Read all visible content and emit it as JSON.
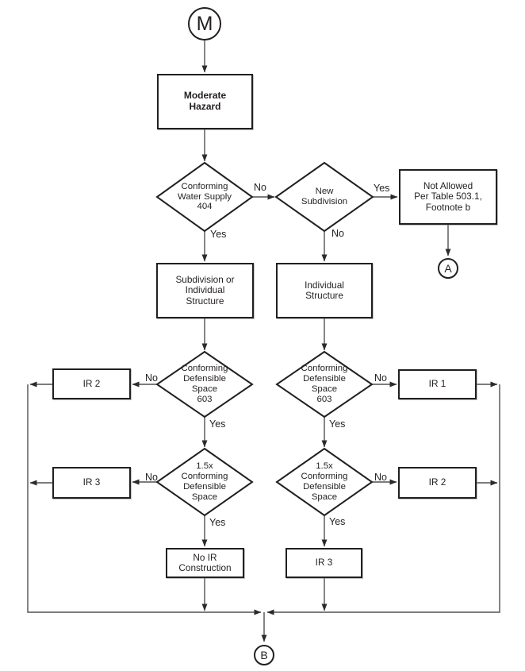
{
  "diagram": {
    "colors": {
      "line": "#231f20",
      "background": "#ffffff"
    },
    "nodes": {
      "connector_m": {
        "label": "M"
      },
      "moderate_hazard": {
        "label": "Moderate\nHazard"
      },
      "conforming_water_supply": {
        "label": "Conforming\nWater Supply\n404"
      },
      "new_subdivision": {
        "label": "New\nSubdivision"
      },
      "not_allowed": {
        "label": "Not Allowed\nPer Table 503.1,\nFootnote b"
      },
      "connector_a": {
        "label": "A"
      },
      "subdivision_or_individual": {
        "label": "Subdivision or\nIndividual\nStructure"
      },
      "individual_structure": {
        "label": "Individual\nStructure"
      },
      "conforming_defensible_left": {
        "label": "Conforming\nDefensible\nSpace\n603"
      },
      "ir2_left": {
        "label": "IR 2"
      },
      "conforming_defensible_right": {
        "label": "Conforming\nDefensible\nSpace\n603"
      },
      "ir1_right": {
        "label": "IR 1"
      },
      "defensible_15x_left": {
        "label": "1.5x\nConforming\nDefensible\nSpace"
      },
      "ir3_left": {
        "label": "IR 3"
      },
      "defensible_15x_right": {
        "label": "1.5x\nConforming\nDefensible\nSpace"
      },
      "ir2_right": {
        "label": "IR 2"
      },
      "no_ir_construction": {
        "label": "No IR\nConstruction"
      },
      "ir3_right": {
        "label": "IR 3"
      },
      "connector_b": {
        "label": "B"
      }
    },
    "edge_labels": {
      "water_supply_no": "No",
      "water_supply_yes": "Yes",
      "new_subdivision_yes": "Yes",
      "new_subdivision_no": "No",
      "defensible_left_no": "No",
      "defensible_left_yes": "Yes",
      "defensible_right_no": "No",
      "defensible_right_yes": "Yes",
      "defensible_15x_left_no": "No",
      "defensible_15x_left_yes": "Yes",
      "defensible_15x_right_no": "No",
      "defensible_15x_right_yes": "Yes"
    }
  }
}
